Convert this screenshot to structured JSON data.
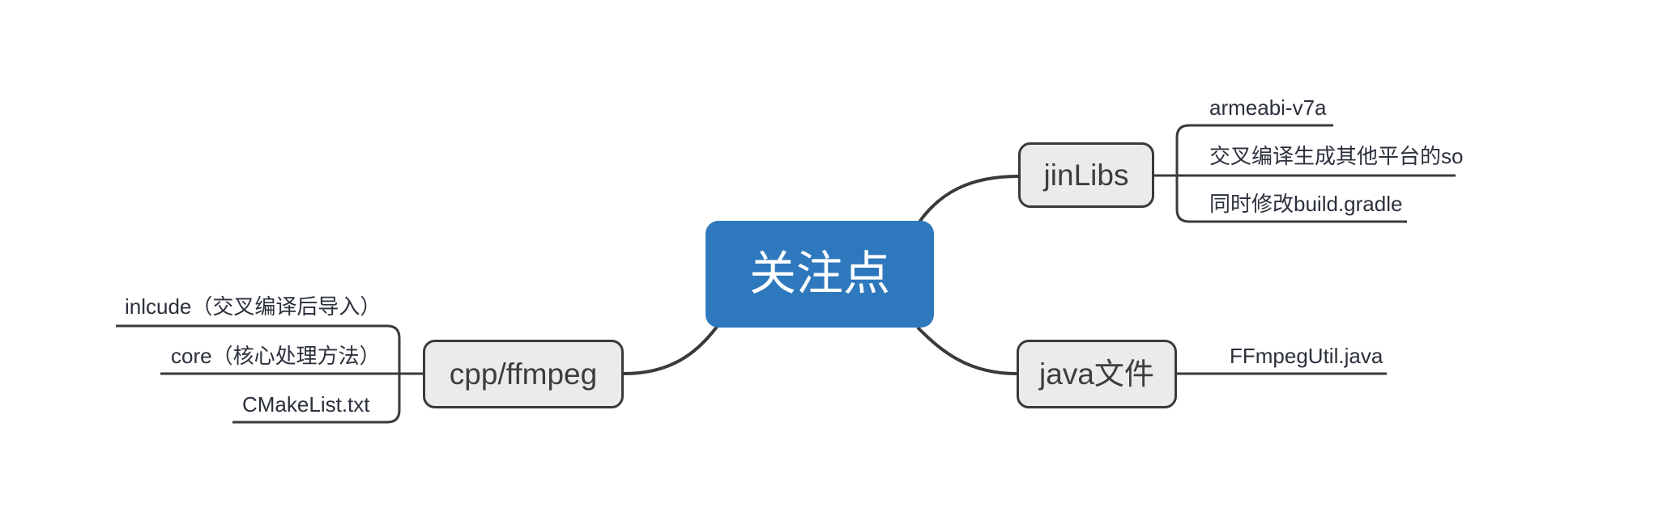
{
  "mindmap": {
    "root": {
      "label": "关注点"
    },
    "branches": [
      {
        "label": "jinLibs",
        "children": [
          "armeabi-v7a",
          "交叉编译生成其他平台的so",
          "同时修改build.gradle"
        ]
      },
      {
        "label": "java文件",
        "children": [
          "FFmpegUtil.java"
        ]
      },
      {
        "label": "cpp/ffmpeg",
        "children": [
          "inlcude（交叉编译后导入）",
          "core（核心处理方法）",
          "CMakeList.txt"
        ]
      }
    ],
    "colors": {
      "root_fill": "#2e79bd",
      "root_text": "#ffffff",
      "branch_fill": "#ebebeb",
      "branch_border": "#3a3a3a",
      "connector_line": "#3a3a3a",
      "leaf_text": "#2b303b"
    }
  }
}
